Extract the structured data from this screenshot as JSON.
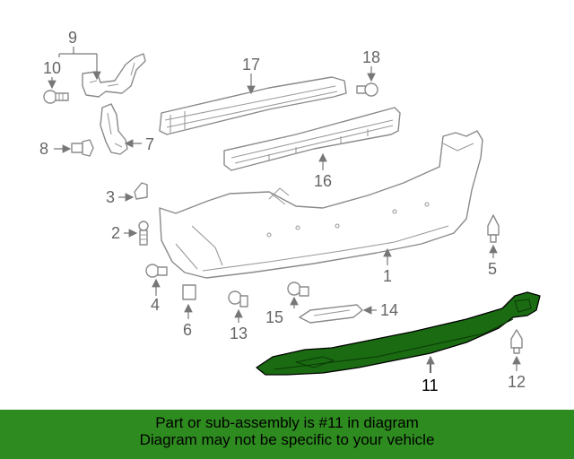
{
  "callouts": {
    "c1": "1",
    "c3": "3",
    "c4": "4",
    "c5": "5",
    "c6": "6",
    "c7": "7",
    "c8": "8",
    "c9": "9",
    "c10": "10",
    "c11": "11",
    "c12": "12",
    "c13": "13",
    "c14": "14",
    "c15": "15",
    "c16": "16",
    "c17": "17",
    "c18": "18",
    "c2": "2"
  },
  "highlighted_part": "11",
  "colors": {
    "highlight_fill": "#1a6b12",
    "banner_bg": "#2e8b1f",
    "line": "#8a8a8a"
  },
  "banner": {
    "line1": "Part or sub-assembly is #11 in diagram",
    "line2": "Diagram may not be specific to your vehicle"
  }
}
